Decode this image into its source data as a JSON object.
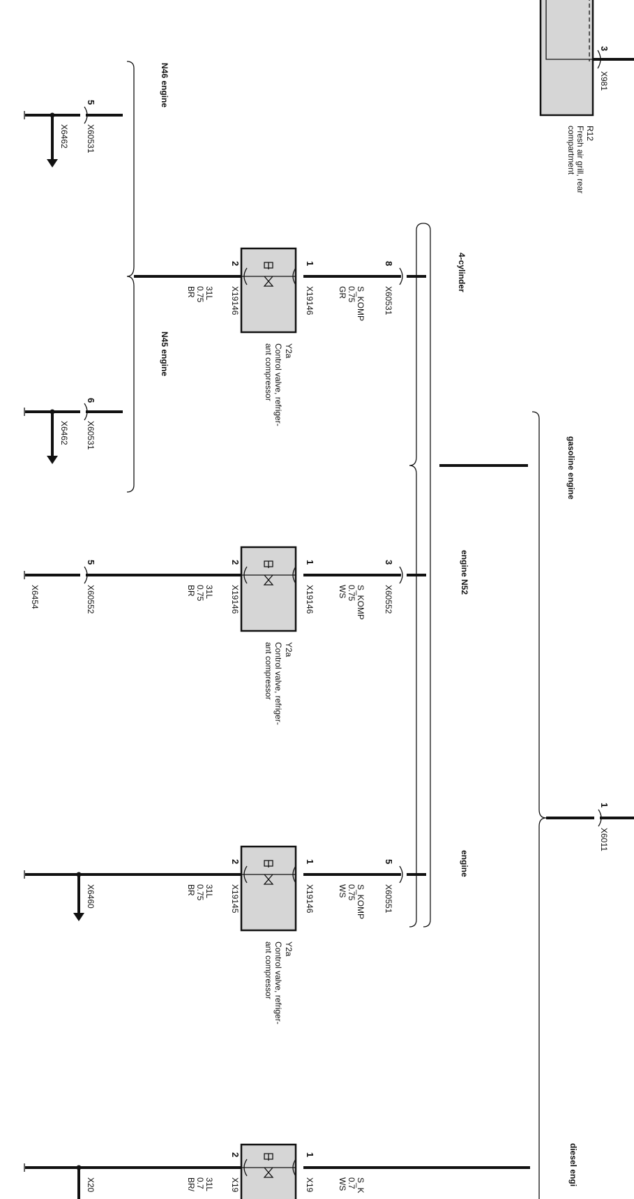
{
  "component_r12": {
    "id": "R12",
    "desc_line1": "Fresh air grill, rear",
    "desc_line2": "compartment",
    "connector": "X981",
    "pin": "3"
  },
  "brackets": {
    "n46": "N46 engine",
    "n45": "N45 engine",
    "four_cyl": "4-cylinder",
    "gasoline": "gasoline engine",
    "n52": "engine N52",
    "engine": "engine",
    "diesel": "diesel engi"
  },
  "ground_n46": {
    "pin": "5",
    "connector": "X60531",
    "ground": "X6462"
  },
  "ground_n45": {
    "pin": "6",
    "connector": "X60531",
    "ground": "X6462"
  },
  "x6011": {
    "pin": "1",
    "connector": "X6011"
  },
  "valves": [
    {
      "id": "Y2a",
      "desc_line1": "Control valve, refriger-",
      "desc_line2": "ant compressor",
      "top_conn": "X60531",
      "top_pin": "8",
      "top_signal": "S_KOMP",
      "top_gauge": "0.75",
      "top_color": "GR",
      "pin1": "1",
      "pin1_conn": "X19146",
      "pin2": "2",
      "pin2_conn": "X19146",
      "bot_signal": "31L",
      "bot_gauge": "0.75",
      "bot_color": "BR"
    },
    {
      "id": "Y2a",
      "desc_line1": "Control valve, refriger-",
      "desc_line2": "ant compressor",
      "top_conn": "X60552",
      "top_pin": "3",
      "top_signal": "S_KOMP",
      "top_gauge": "0.75",
      "top_color": "WS",
      "pin1": "1",
      "pin1_conn": "X19146",
      "pin2": "2",
      "pin2_conn": "X19146",
      "bot_signal": "31L",
      "bot_gauge": "0.75",
      "bot_color": "BR",
      "bot_conn": "X60552",
      "bot_pin": "5",
      "ground": "X6454"
    },
    {
      "id": "Y2a",
      "desc_line1": "Control valve, refriger-",
      "desc_line2": "ant compressor",
      "top_conn": "X60551",
      "top_pin": "5",
      "top_signal": "S_KOMP",
      "top_gauge": "0.75",
      "top_color": "WS",
      "pin1": "1",
      "pin1_conn": "X19146",
      "pin2": "2",
      "pin2_conn": "X19145",
      "bot_signal": "31L",
      "bot_gauge": "0.75",
      "bot_color": "BR",
      "ground": "X6460"
    },
    {
      "pin1": "1",
      "pin1_conn": "X19",
      "top_signal": "S_K",
      "top_gauge": "0.7",
      "top_color": "WS",
      "pin2": "2",
      "pin2_conn": "X19",
      "bot_signal": "31L",
      "bot_gauge": "0.7",
      "bot_color": "BR/",
      "ground": "X20"
    }
  ]
}
